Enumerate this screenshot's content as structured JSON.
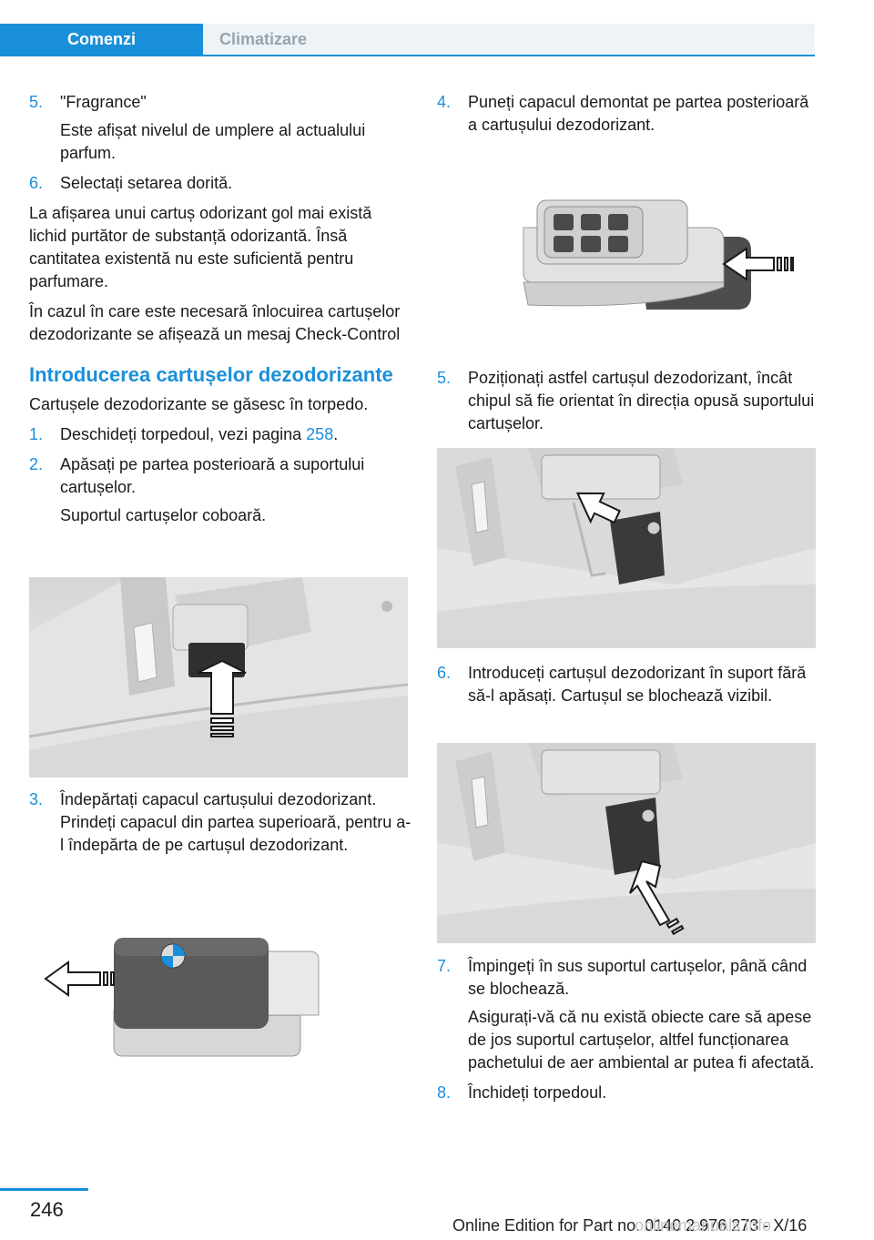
{
  "header": {
    "active_tab": "Comenzi",
    "inactive_tab": "Climatizare"
  },
  "left": {
    "step5_num": "5.",
    "step5_title": "\"Fragrance\"",
    "step5_text": "Este afișat nivelul de umplere al actualului parfum.",
    "step6_num": "6.",
    "step6_text": "Selectați setarea dorită.",
    "para1": "La afișarea unui cartuș odorizant gol mai există lichid purtător de substanță odorizantă. Însă cantitatea existentă nu este suficientă pentru parfumare.",
    "para2": "În cazul în care este necesară înlocuirea cartușelor dezodorizante se afișează un mesaj Check-Control",
    "section_title": "Introducerea cartușelor dezodorizante",
    "section_intro": "Cartușele dezodorizante se găsesc în torpedo.",
    "step1_num": "1.",
    "step1_text": "Deschideți torpedoul, vezi pagina ",
    "step1_link": "258",
    "step1_end": ".",
    "step2_num": "2.",
    "step2_text": "Apăsați pe partea posterioară a suportului cartușelor.",
    "step2_sub": "Suportul cartușelor coboară.",
    "step3_num": "3.",
    "step3_text": "Îndepărtați capacul cartușului dezodorizant. Prindeți capacul din partea superioară, pentru a-l îndepărta de pe cartușul dezodorizant."
  },
  "right": {
    "step4_num": "4.",
    "step4_text": "Puneți capacul demontat pe partea posterioară a cartușului dezodorizant.",
    "step5_num": "5.",
    "step5_text": "Poziționați astfel cartușul dezodorizant, încât chipul să fie orientat în direcția opusă suportului cartușelor.",
    "step6_num": "6.",
    "step6_text": "Introduceți cartușul dezodorizant în suport fără să-l apăsați. Cartușul se blochează vizibil.",
    "step7_num": "7.",
    "step7_text": "Împingeți în sus suportul cartușelor, până când se blochează.",
    "step7_sub": "Asigurați-vă că nu există obiecte care să apese de jos suportul cartușelor, altfel funcționarea pachetului de aer ambiental ar putea fi afectată.",
    "step8_num": "8.",
    "step8_text": "Închideți torpedoul."
  },
  "footer": {
    "page_number": "246",
    "edition": "Online Edition for Part no. 0140 2 976 273 - X/16",
    "watermark": "onlinemanuals.info"
  },
  "colors": {
    "accent": "#1a8fd9",
    "tab_inactive_bg": "#eef3f7",
    "tab_inactive_text": "#97a4ae"
  }
}
